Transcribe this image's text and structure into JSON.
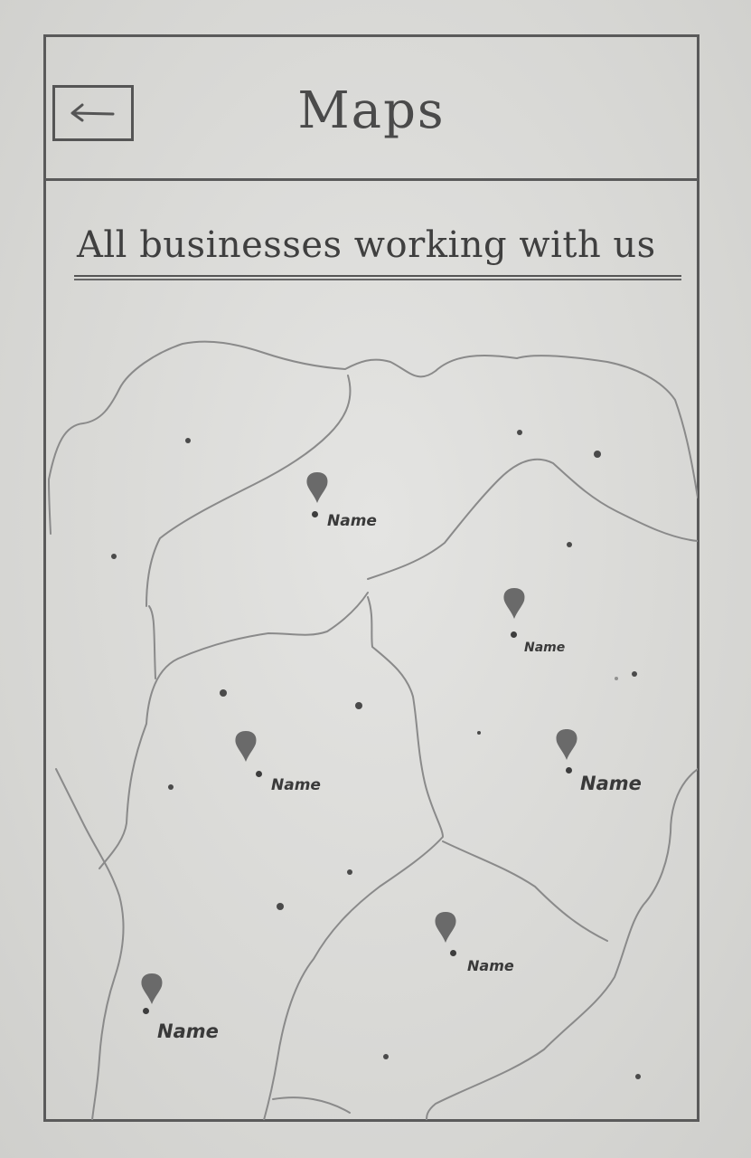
{
  "header": {
    "title": "Maps",
    "back_icon": "arrow-left-icon"
  },
  "subtitle": "All businesses working with us",
  "map": {
    "locations": [
      {
        "name": "Name"
      },
      {
        "name": "Name"
      },
      {
        "name": "Name"
      },
      {
        "name": "Name"
      },
      {
        "name": "Name"
      },
      {
        "name": "Name"
      }
    ]
  }
}
